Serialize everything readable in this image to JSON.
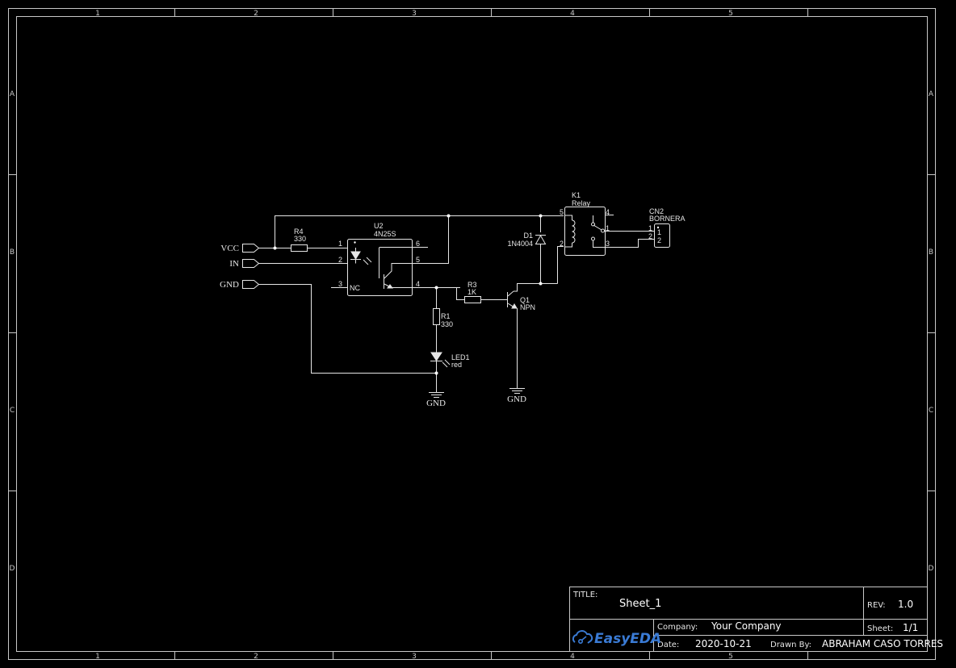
{
  "sheet": {
    "columns": [
      "1",
      "2",
      "3",
      "4",
      "5"
    ],
    "rows": [
      "A",
      "B",
      "C",
      "D"
    ]
  },
  "title_block": {
    "title_label": "TITLE:",
    "title": "Sheet_1",
    "rev_label": "REV:",
    "rev": "1.0",
    "company_label": "Company:",
    "company": "Your Company",
    "sheet_label": "Sheet:",
    "sheet": "1/1",
    "date_label": "Date:",
    "date": "2020-10-21",
    "drawn_by_label": "Drawn By:",
    "drawn_by": "ABRAHAM CASO TORRES",
    "logo_text": "EasyEDA",
    "logo_color": "#3a7bd5"
  },
  "net_ports": [
    {
      "name": "VCC"
    },
    {
      "name": "IN"
    },
    {
      "name": "GND"
    }
  ],
  "components": {
    "R4": {
      "ref": "R4",
      "value": "330"
    },
    "U2": {
      "ref": "U2",
      "value": "4N25S",
      "pins": [
        "1",
        "2",
        "3",
        "4",
        "5",
        "6"
      ],
      "nc_label": "NC"
    },
    "R1": {
      "ref": "R1",
      "value": "330"
    },
    "LED1": {
      "ref": "LED1",
      "value": "red"
    },
    "R3": {
      "ref": "R3",
      "value": "1K"
    },
    "Q1": {
      "ref": "Q1",
      "value": "NPN"
    },
    "D1": {
      "ref": "D1",
      "value": "1N4004"
    },
    "K1": {
      "ref": "K1",
      "value": "Relay",
      "pins": [
        "5",
        "4",
        "1",
        "2",
        "3"
      ]
    },
    "CN2": {
      "ref": "CN2",
      "value": "BORNERA",
      "pins": [
        "1",
        "2"
      ]
    }
  },
  "gnd_symbols": [
    {
      "label": "GND"
    },
    {
      "label": "GND"
    }
  ]
}
